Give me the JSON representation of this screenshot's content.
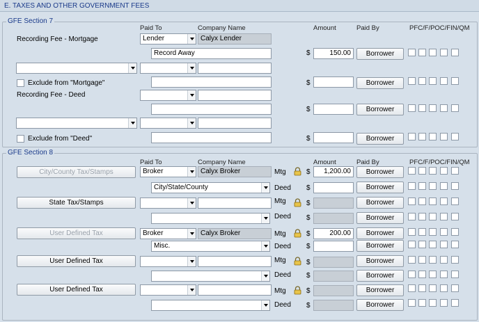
{
  "title": "E. TAXES AND OTHER GOVERNMENT FEES",
  "headers": {
    "paid_to": "Paid To",
    "company_name": "Company Name",
    "amount": "Amount",
    "paid_by": "Paid By",
    "flags": "PFC/F/POC/FIN/QM"
  },
  "currency": "$",
  "borrower_label": "Borrower",
  "mtg_label": "Mtg",
  "deed_label": "Deed",
  "sec7": {
    "legend": "GFE Section 7",
    "recording_mortgage_label": "Recording Fee - Mortgage",
    "mortgage_paid_to": "Lender",
    "mortgage_company": "Calyx Lender",
    "mortgage_desc": "Record Away",
    "mortgage_amount": "150.00",
    "exclude_mortgage_label": "Exclude from \"Mortgage\"",
    "recording_deed_label": "Recording Fee - Deed",
    "exclude_deed_label": "Exclude from \"Deed\""
  },
  "sec8": {
    "legend": "GFE Section 8",
    "city_county_label": "City/County Tax/Stamps",
    "city_paid_to": "Broker",
    "city_company": "Calyx Broker",
    "city_amount": "1,200.00",
    "city_desc": "City/State/County",
    "state_label": "State Tax/Stamps",
    "udt1_label": "User Defined Tax",
    "udt1_paid_to": "Broker",
    "udt1_company": "Calyx Broker",
    "udt1_amount": "200.00",
    "udt1_desc": "Misc.",
    "udt2_label": "User Defined Tax",
    "udt3_label": "User Defined Tax"
  }
}
